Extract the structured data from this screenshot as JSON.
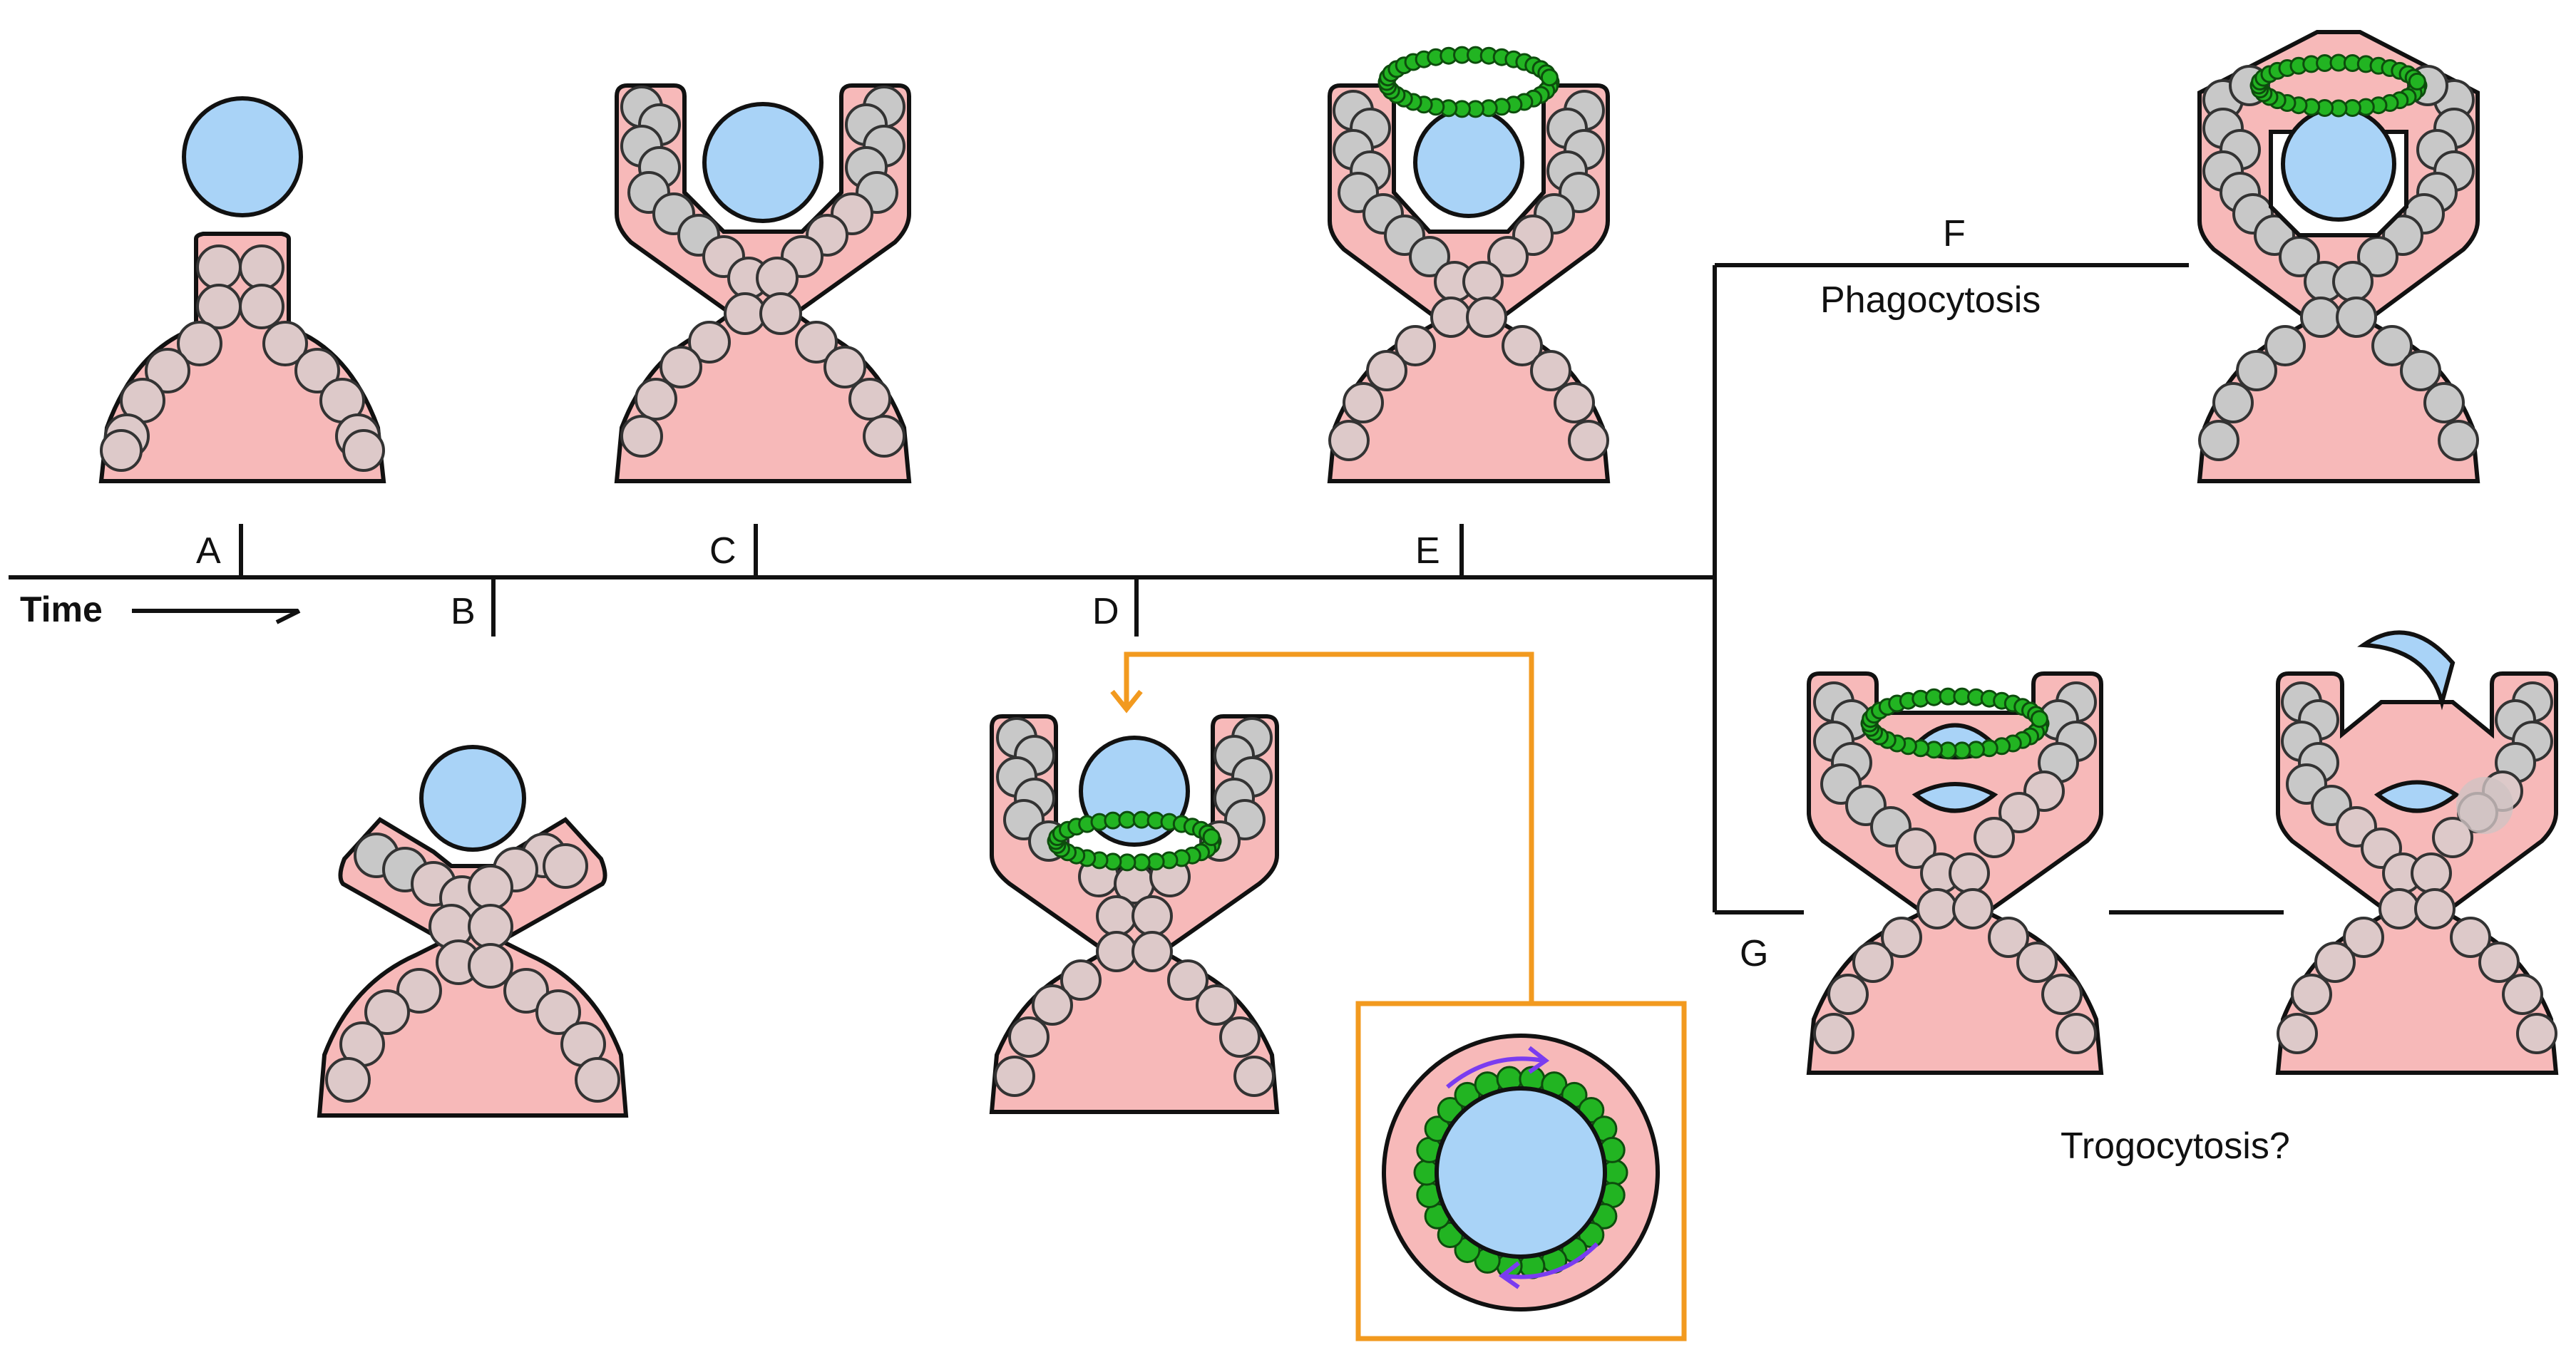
{
  "stages": {
    "a": "A",
    "b": "B",
    "c": "C",
    "d": "D",
    "e": "E",
    "f": "F",
    "g": "G"
  },
  "time_label": "Time",
  "branch_labels": {
    "phagocytosis": "Phagocytosis",
    "trogocytosis": "Trogocytosis?"
  },
  "colors": {
    "cell_body": "#f7b9b9",
    "actin_dark": "#c8c8c8",
    "actin_light": "#ddc9c9",
    "target": "#a9d3f7",
    "ring": "#22b422",
    "inset_frame": "#f29a1f",
    "rotation_arrow": "#7a3cf0"
  }
}
